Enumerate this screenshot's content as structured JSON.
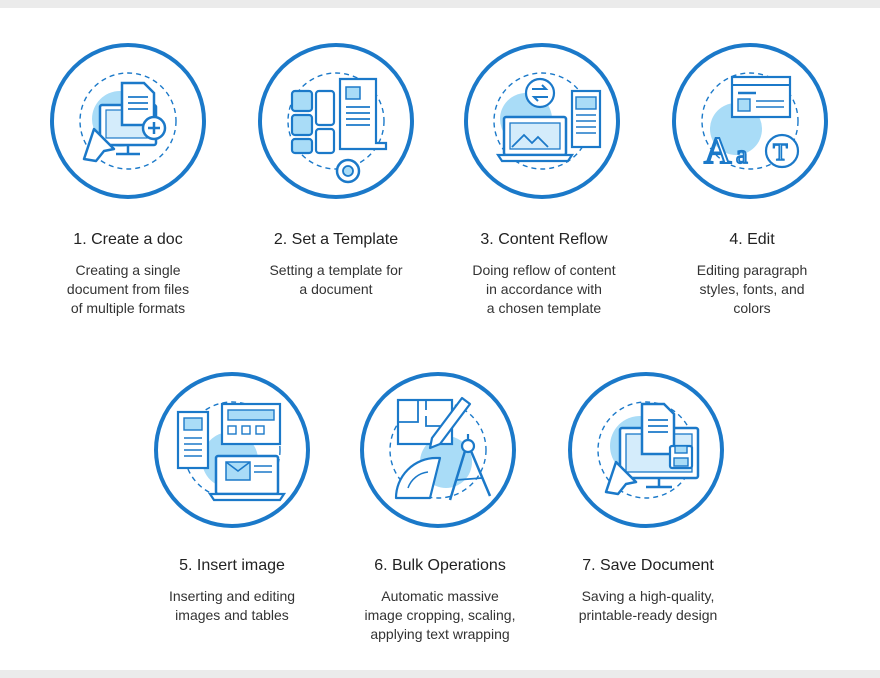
{
  "colors": {
    "ring": "#1b79c9",
    "accent_fill": "#a9dcf7",
    "icon_stroke": "#1b79c9",
    "title_text": "#222222",
    "body_text": "#333333"
  },
  "steps": [
    {
      "icon": "create-doc-icon",
      "title": "1. Create a doc",
      "desc": [
        "Creating a single",
        "document from files",
        "of multiple formats"
      ]
    },
    {
      "icon": "template-icon",
      "title": "2. Set a Template",
      "desc": [
        "Setting a template for",
        "a document"
      ]
    },
    {
      "icon": "content-reflow-icon",
      "title": "3. Content Reflow",
      "desc": [
        "Doing reflow of content",
        "in accordance with",
        "a chosen template"
      ]
    },
    {
      "icon": "edit-fonts-icon",
      "title": "4. Edit",
      "desc": [
        "Editing paragraph",
        "styles, fonts, and",
        "colors"
      ]
    },
    {
      "icon": "insert-image-icon",
      "title": "5. Insert image",
      "desc": [
        "Inserting and editing",
        "images and tables"
      ]
    },
    {
      "icon": "bulk-operations-icon",
      "title": "6. Bulk Operations",
      "desc": [
        "Automatic massive",
        "image cropping, scaling,",
        "applying text wrapping"
      ]
    },
    {
      "icon": "save-document-icon",
      "title": "7. Save Document",
      "desc": [
        "Saving a high-quality,",
        "printable-ready design"
      ]
    }
  ]
}
